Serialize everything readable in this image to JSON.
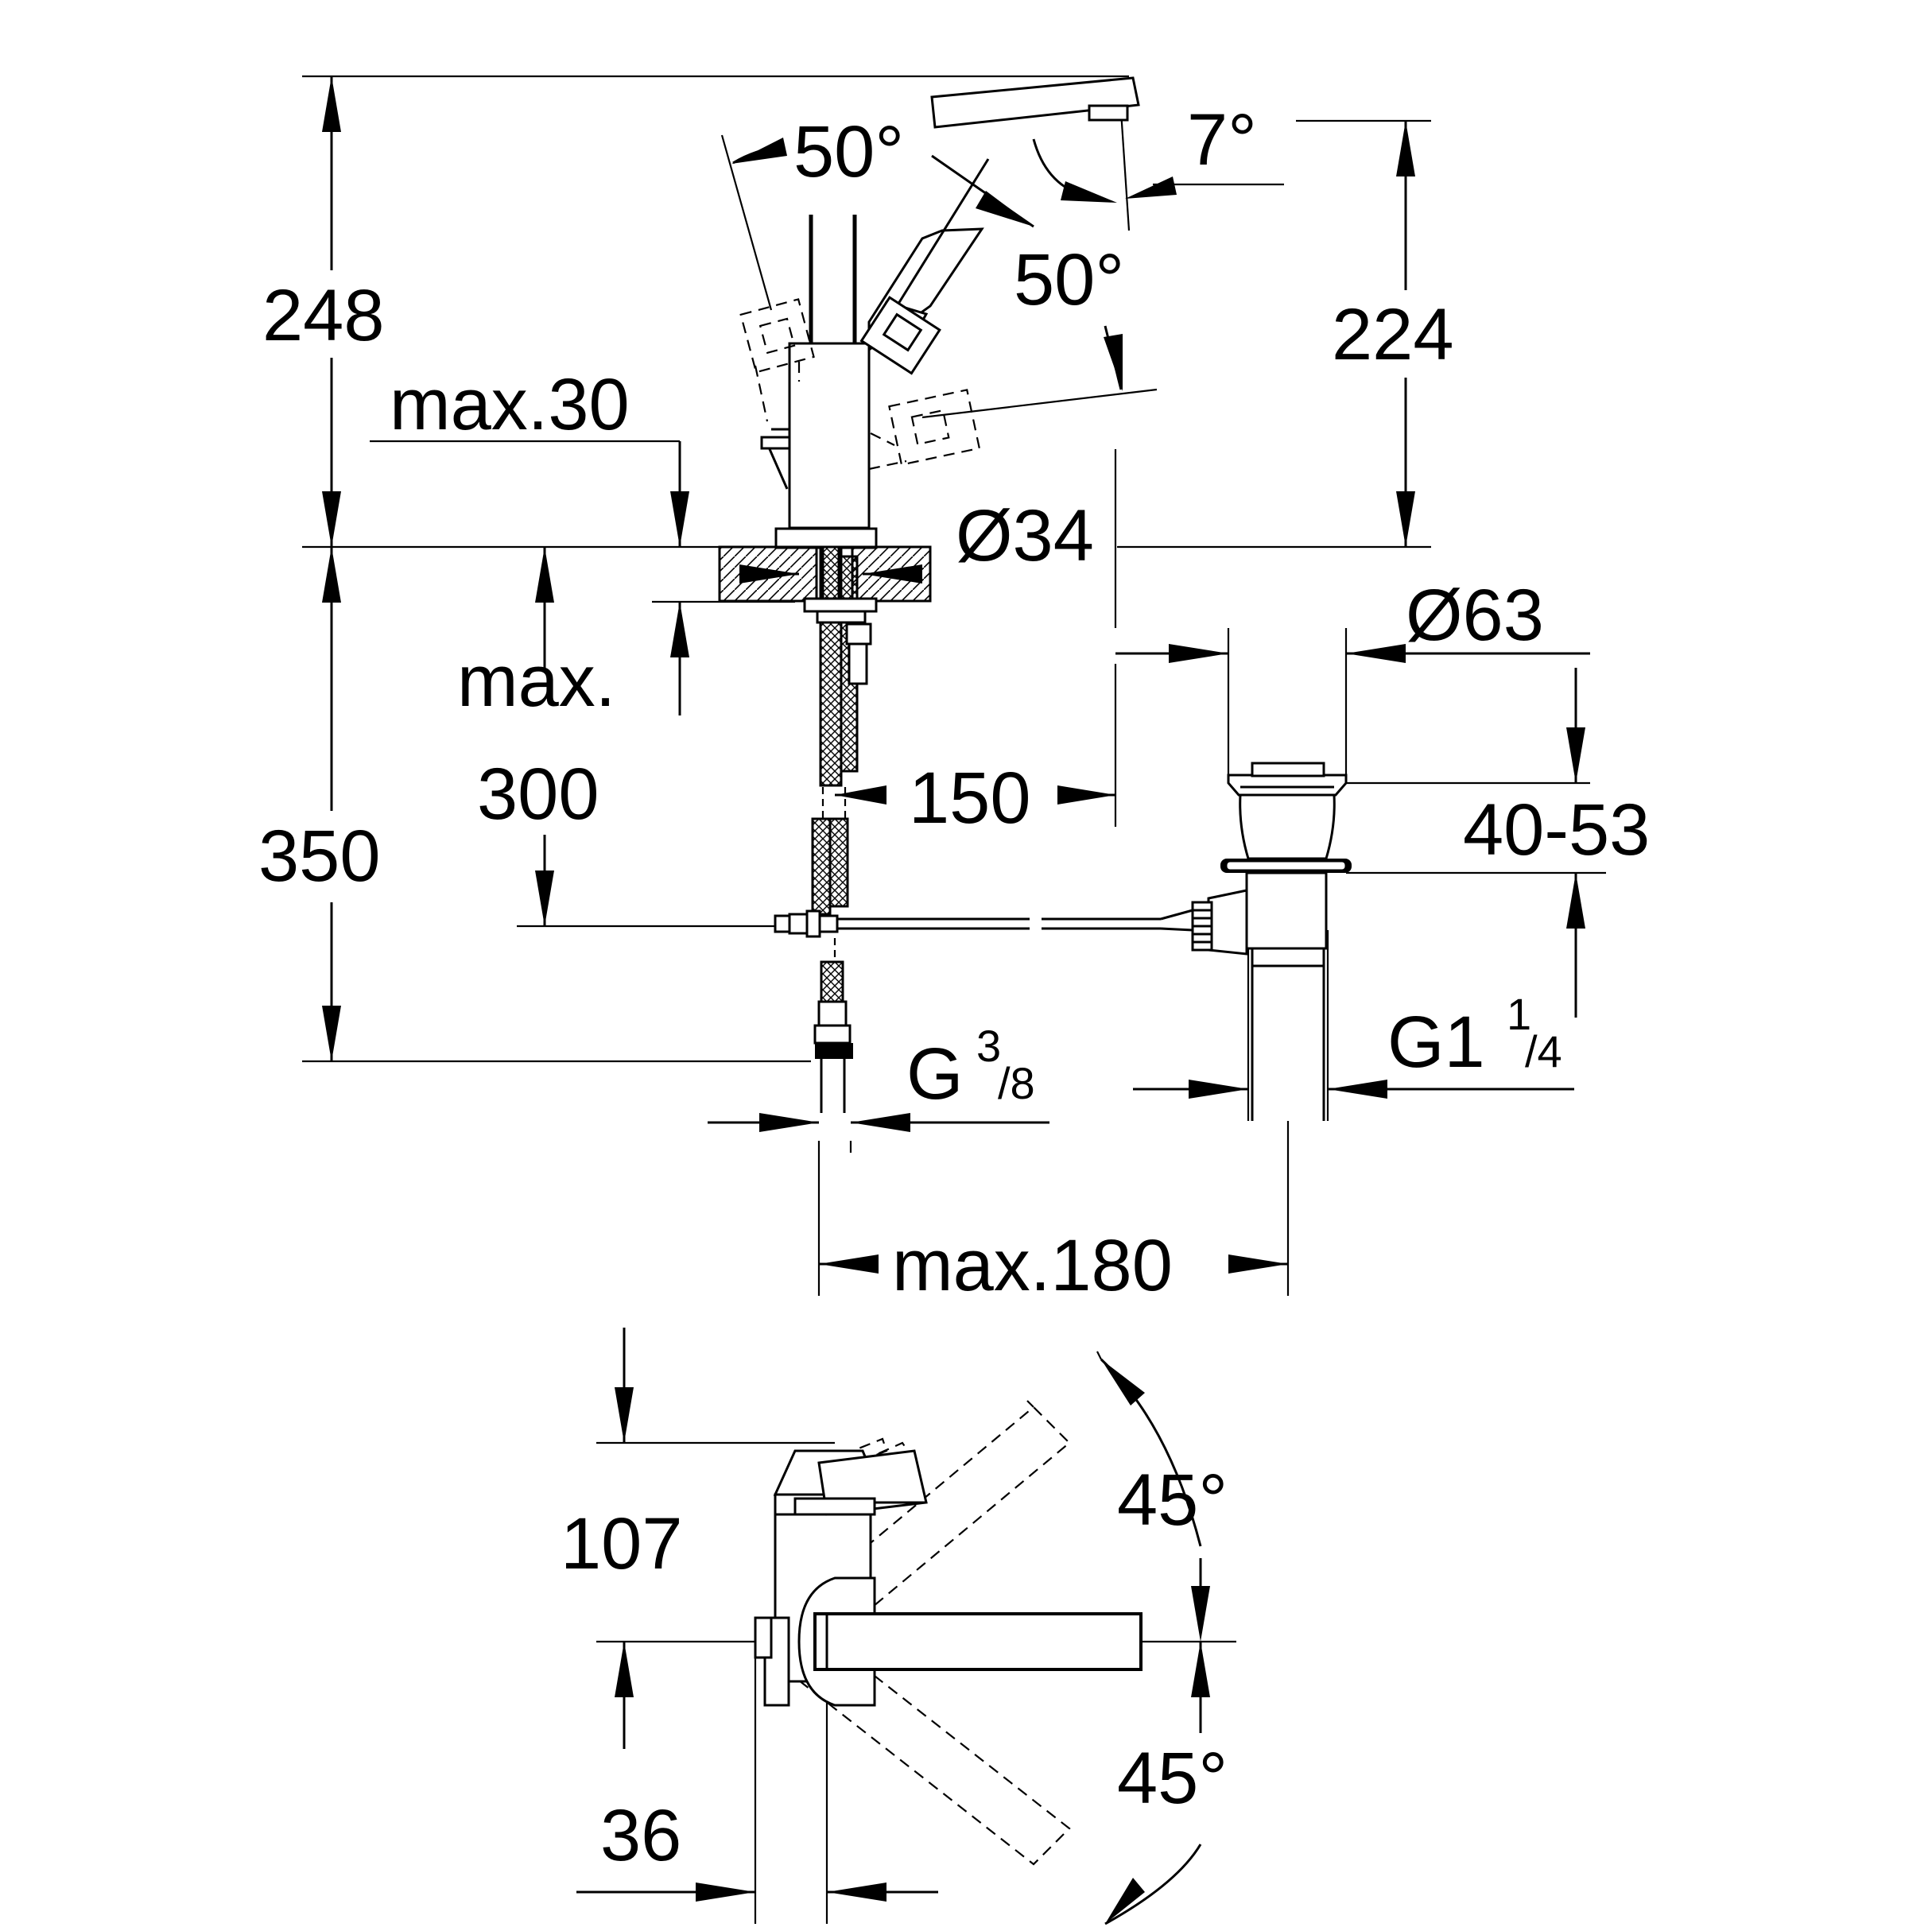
{
  "labels": {
    "angle_handle_left": "50°",
    "angle_handle_right": "50°",
    "angle_spout": "7°",
    "height_total": "248",
    "height_spout": "224",
    "max_deck": "max.30",
    "dia_hole": "Ø34",
    "dia_waste": "Ø63",
    "max_word": "max.",
    "max_hose": "300",
    "rod_length": "150",
    "height_below": "350",
    "waste_adjust": "40-53",
    "waste_thread_main": "G1",
    "waste_thread_num": "1",
    "waste_thread_den": "/4",
    "hose_thread_main": "G",
    "hose_thread_num": "3",
    "hose_thread_den": "/8",
    "max_offset": "max.180",
    "plan_depth": "107",
    "plan_angle_top": "45°",
    "plan_angle_bottom": "45°",
    "plan_offset": "36"
  }
}
